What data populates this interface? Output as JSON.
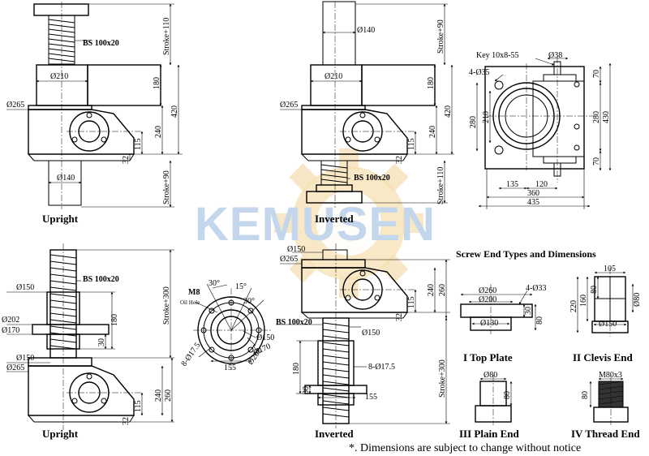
{
  "watermark": {
    "text": "KEMUSEN",
    "color": "#c3d6ec",
    "gear_color": "#f6e0b3"
  },
  "top_left": {
    "caption": "Upright",
    "screw": "BS 100x20",
    "d_cover": "Ø210",
    "d_flange": "Ø265",
    "d_tube": "Ø140",
    "dim_stroke_top": "Stroke+110",
    "dim_180": "180",
    "dim_420": "420",
    "dim_240": "240",
    "dim_115": "115",
    "dim_32": "32",
    "dim_stroke_bottom": "Stroke+90"
  },
  "top_mid": {
    "caption": "Inverted",
    "d_tube": "Ø140",
    "d_cover": "Ø210",
    "d_flange": "Ø265",
    "screw": "BS 100x20",
    "dim_stroke_top": "Stroke+90",
    "dim_180": "180",
    "dim_420": "420",
    "dim_240": "240",
    "dim_115": "115",
    "dim_32": "32",
    "dim_stroke_bottom": "Stroke+110"
  },
  "top_right": {
    "key": "Key 10x8-55",
    "shaft": "Ø38",
    "holes": "4-Ø35",
    "dim_280_left": "280",
    "dim_210": "210",
    "dim_70_top": "70",
    "dim_280_right": "280",
    "dim_430": "430",
    "dim_70_bottom": "70",
    "dim_135": "135",
    "dim_120": "120",
    "dim_360": "360",
    "dim_435": "435"
  },
  "bottom_left": {
    "caption": "Upright",
    "screw": "BS 100x20",
    "d_150_top": "Ø150",
    "d_202": "Ø202",
    "d_170": "Ø170",
    "d_150_bottom": "Ø150",
    "d_flange": "Ø265",
    "dim_180": "180",
    "dim_30": "30",
    "dim_stroke": "Stroke+300",
    "dim_240": "240",
    "dim_260": "260",
    "dim_115": "115",
    "dim_32": "32"
  },
  "nut_view": {
    "m8": "M8",
    "oil": "Oil Hole",
    "a30_left": "30°",
    "a15": "15°",
    "a30_right": "30°",
    "holes": "8-Ø17.5",
    "d150": "Ø150",
    "d170": "Ø170",
    "d202": "Ø202",
    "dim_155": "155"
  },
  "bottom_mid": {
    "caption": "Inverted",
    "d_150_top": "Ø150",
    "d_flange": "Ø265",
    "screw": "BS 100x20",
    "d_150_nut": "Ø150",
    "holes": "8-Ø17.5",
    "dim_240": "240",
    "dim_260": "260",
    "dim_115": "115",
    "dim_32": "32",
    "dim_180": "180",
    "dim_30": "30",
    "dim_155": "155",
    "dim_stroke": "Stroke+300"
  },
  "screw_ends": {
    "title": "Screw End Types and Dimensions",
    "top_plate": {
      "label": "I  Top Plate",
      "d260": "Ø260",
      "d200": "Ø200",
      "holes": "4-Ø33",
      "d130": "Ø130",
      "dim_30": "30",
      "dim_80": "80"
    },
    "clevis": {
      "label": "II  Clevis End",
      "dim_105": "105",
      "dim_220": "220",
      "dim_160": "160",
      "dim_80": "80",
      "d80": "Ø80",
      "d150": "Ø150"
    },
    "plain": {
      "label": "III  Plain End",
      "d80": "Ø80",
      "dim_80": "80"
    },
    "thread": {
      "label": "IV  Thread End",
      "m80": "M80x3",
      "dim_80": "80"
    }
  },
  "footnote": "*. Dimensions are subject to change without notice"
}
